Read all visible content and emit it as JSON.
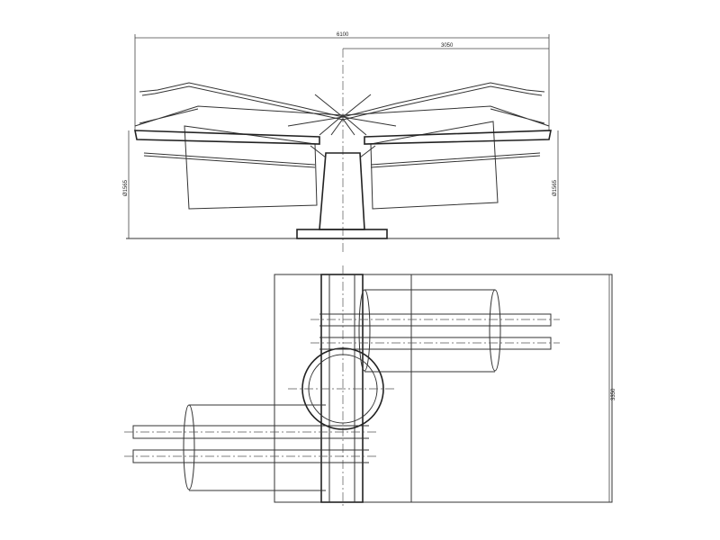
{
  "elevation_view": {
    "overall_width": "6100",
    "half_width": "3050",
    "height_left": "Ø1565",
    "height_right": "Ø1565"
  },
  "plan_view": {
    "overall_depth": "3350"
  }
}
